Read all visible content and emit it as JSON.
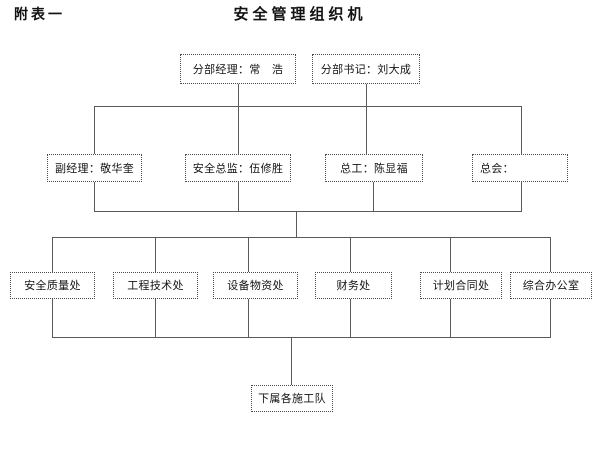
{
  "header": {
    "left_label": "附表一",
    "title": "安全管理组织机"
  },
  "org_chart": {
    "level1": [
      {
        "label": "分部经理：常　浩"
      },
      {
        "label": "分部书记：刘大成"
      }
    ],
    "level2": [
      {
        "label": "副经理：敬华奎"
      },
      {
        "label": "安全总监：伍修胜"
      },
      {
        "label": "总工：陈显福"
      },
      {
        "label": "总会："
      }
    ],
    "level3": [
      {
        "label": "安全质量处"
      },
      {
        "label": "工程技术处"
      },
      {
        "label": "设备物资处"
      },
      {
        "label": "财务处"
      },
      {
        "label": "计划合同处"
      },
      {
        "label": "综合办公室"
      }
    ],
    "level4": [
      {
        "label": "下属各施工队"
      }
    ]
  },
  "style": {
    "box_border_color": "#4a4a4a",
    "line_color": "#5a5a5a",
    "text_color": "#141414",
    "background": "#ffffff"
  }
}
